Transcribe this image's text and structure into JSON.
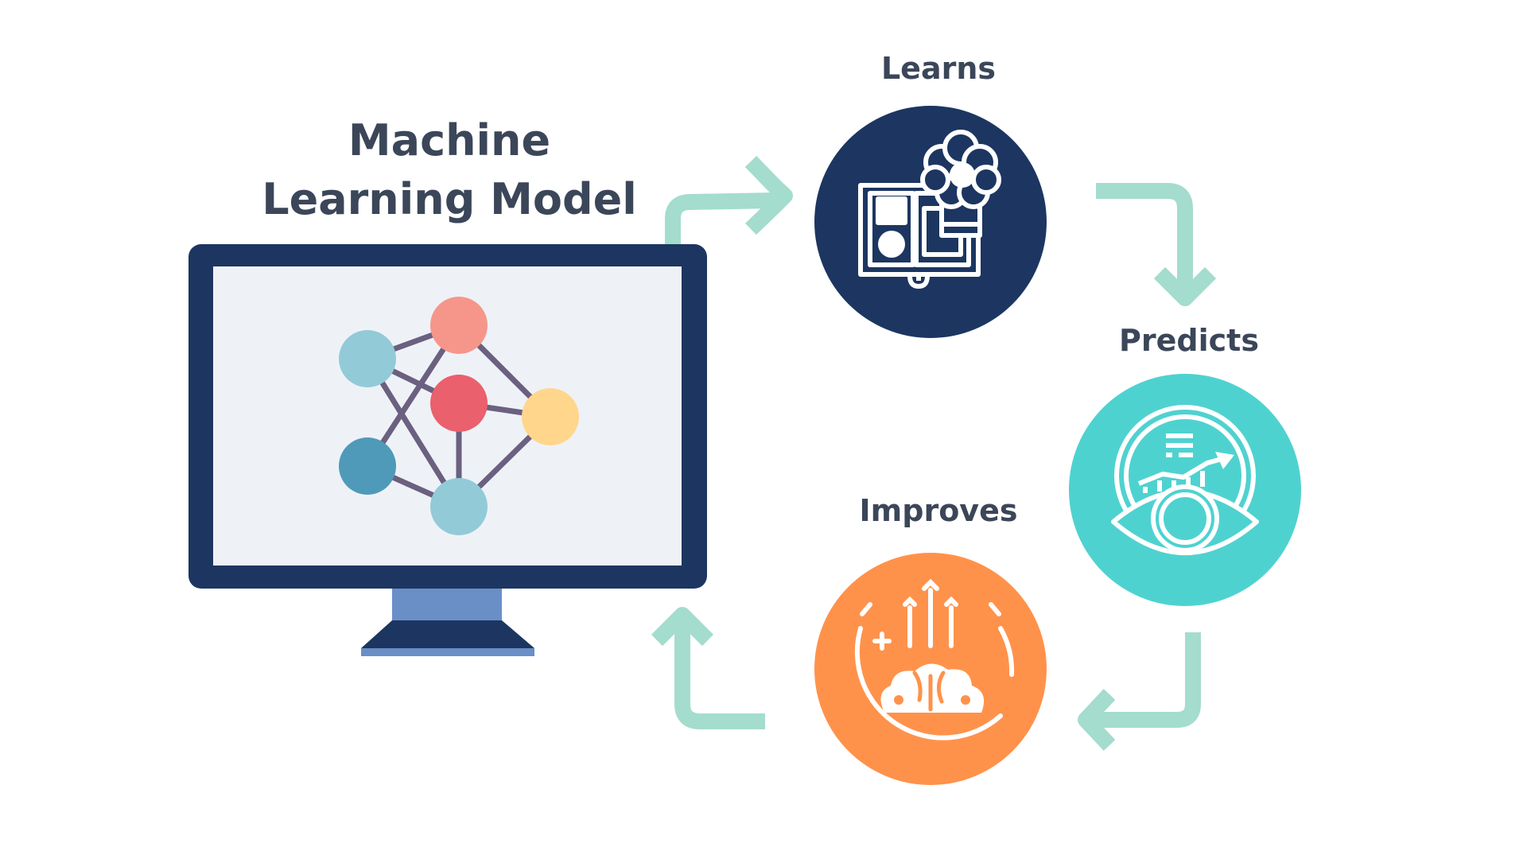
{
  "title": {
    "line1": "Machine",
    "line2": "Learning Model"
  },
  "steps": {
    "learns": {
      "label": "Learns",
      "icon": "book-brain-icon",
      "color": "#1c3661"
    },
    "predicts": {
      "label": "Predicts",
      "icon": "eye-chart-icon",
      "color": "#4ed2d0"
    },
    "improves": {
      "label": "Improves",
      "icon": "brain-growth-icon",
      "color": "#ff924b"
    }
  },
  "colors": {
    "text": "#3b4659",
    "arrow": "#a4dccd",
    "monitor_frame": "#1c3661",
    "monitor_screen": "#eef2f7",
    "monitor_stand": "#6a8fc7",
    "network_edge": "#6b6080",
    "node_light_blue": "#93cad8",
    "node_salmon": "#f6968a",
    "node_red": "#ea606c",
    "node_yellow": "#ffd68b",
    "node_blue": "#4f9ab9"
  }
}
